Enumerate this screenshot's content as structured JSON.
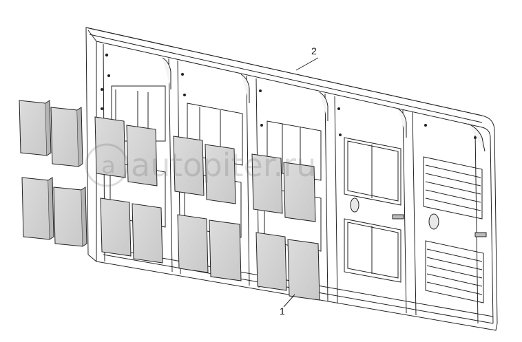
{
  "diagram": {
    "callouts": [
      {
        "id": "1",
        "label": "1"
      },
      {
        "id": "2",
        "label": "2"
      }
    ],
    "watermark": "autopiter.ru"
  }
}
